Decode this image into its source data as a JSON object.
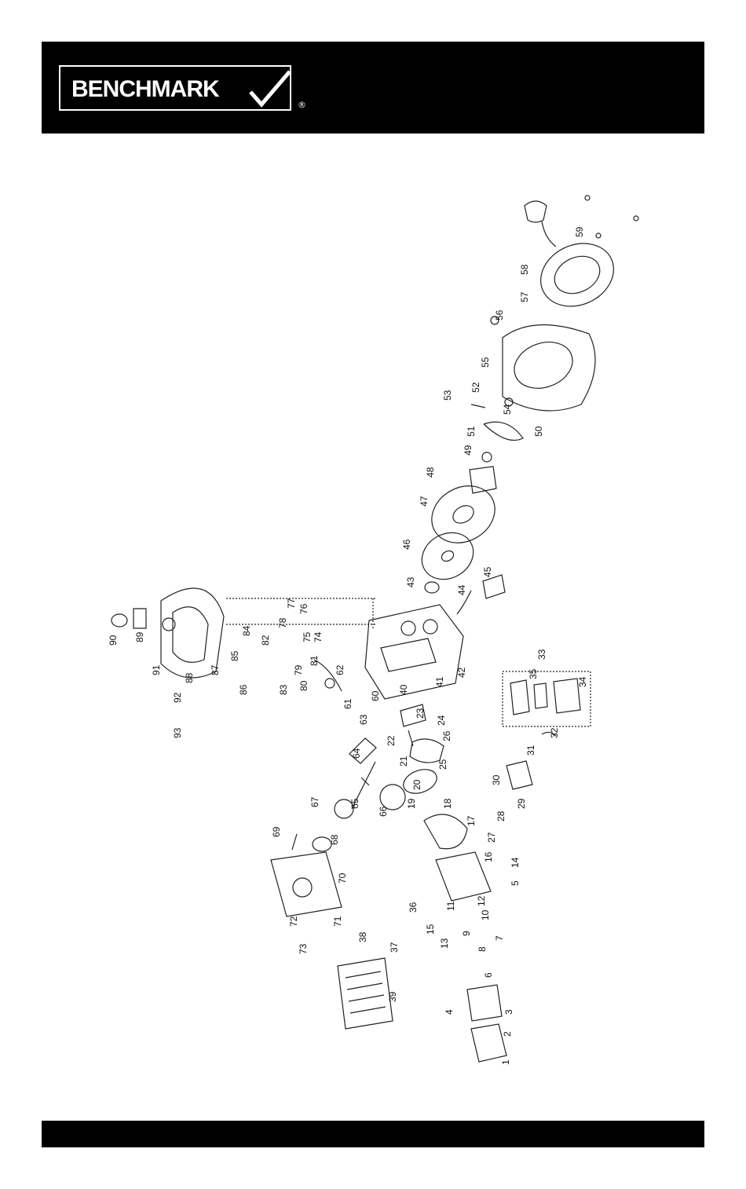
{
  "header": {
    "brand": "BENCHMARK",
    "registered_mark": "®"
  },
  "diagram": {
    "part_numbers": [
      "1",
      "2",
      "3",
      "4",
      "5",
      "6",
      "7",
      "8",
      "9",
      "10",
      "11",
      "12",
      "13",
      "14",
      "15",
      "16",
      "17",
      "18",
      "19",
      "20",
      "21",
      "22",
      "23",
      "24",
      "25",
      "26",
      "27",
      "28",
      "29",
      "30",
      "31",
      "32",
      "33",
      "34",
      "35",
      "36",
      "37",
      "38",
      "39",
      "40",
      "41",
      "42",
      "43",
      "44",
      "45",
      "46",
      "47",
      "48",
      "49",
      "50",
      "51",
      "52",
      "53",
      "54",
      "55",
      "56",
      "57",
      "58",
      "59",
      "60",
      "61",
      "62",
      "63",
      "64",
      "65",
      "66",
      "67",
      "68",
      "69",
      "70",
      "71",
      "72",
      "73",
      "74",
      "75",
      "76",
      "77",
      "78",
      "79",
      "80",
      "81",
      "82",
      "83",
      "84",
      "85",
      "86",
      "87",
      "88",
      "89",
      "90",
      "91",
      "92",
      "93"
    ]
  }
}
